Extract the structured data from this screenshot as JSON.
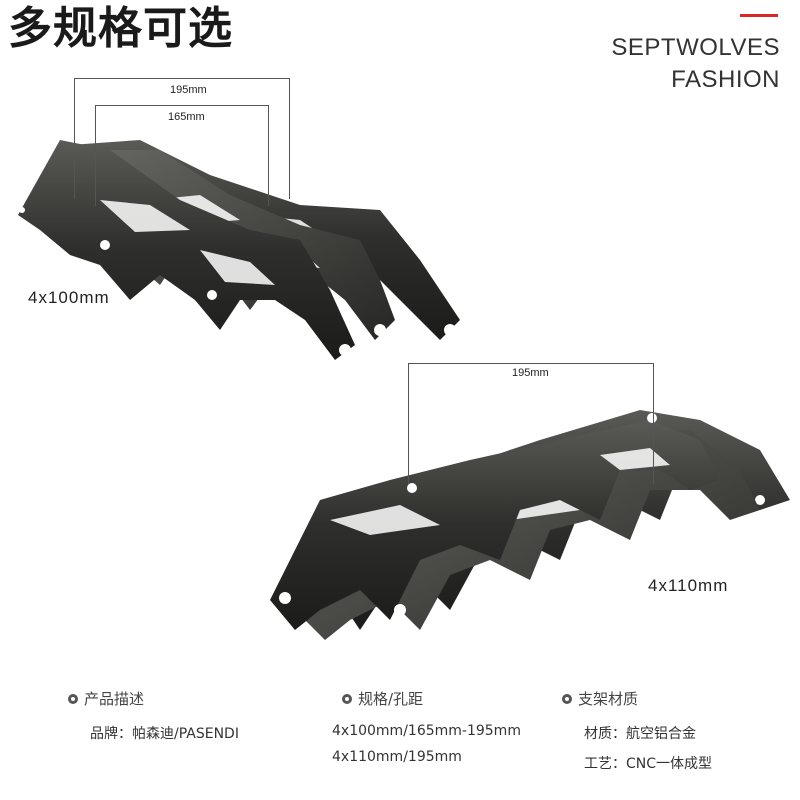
{
  "header": {
    "title": "多规格可选",
    "brand_line1": "SEPTWOLVES",
    "brand_line2": "FASHION",
    "accent_color": "#d8282a"
  },
  "frames": {
    "top": {
      "size_label": "4x100mm",
      "dim_outer": "195mm",
      "dim_inner": "165mm"
    },
    "bottom": {
      "size_label": "4x110mm",
      "dim_outer": "195mm"
    }
  },
  "info": {
    "product": {
      "heading": "产品描述",
      "line1": "品牌：帕森迪/PASENDI"
    },
    "spec": {
      "heading": "规格/孔距",
      "line1": "4x100mm/165mm-195mm",
      "line2": "4x110mm/195mm"
    },
    "material": {
      "heading": "支架材质",
      "line1": "材质：航空铝合金",
      "line2": "工艺：CNC一体成型"
    }
  }
}
